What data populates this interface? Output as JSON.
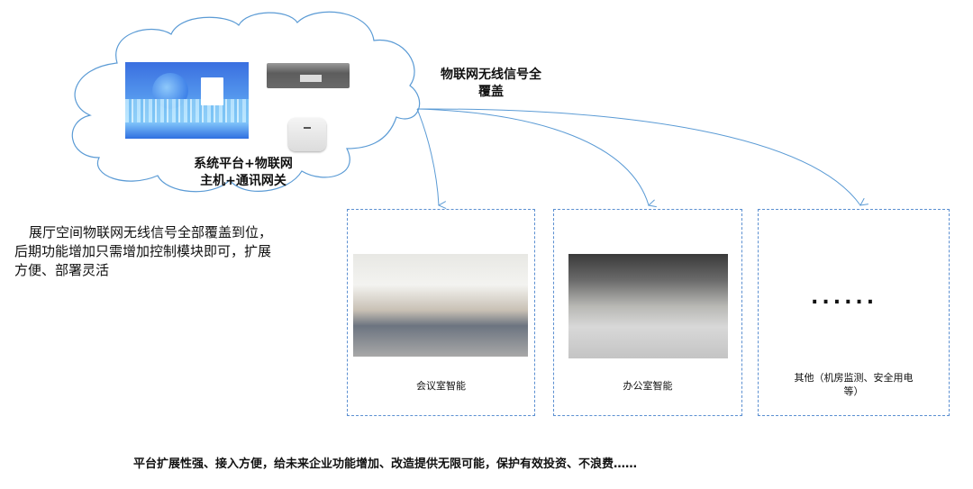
{
  "cloud": {
    "label_line1": "系统平台+物联网",
    "label_line2": "主机+通讯网关"
  },
  "signal": {
    "line1": "物联网无线信号全",
    "line2": "覆盖"
  },
  "description": {
    "line1": "展厅空间物联网无线信号全部覆盖到位，",
    "line2": "后期功能增加只需增加控制模块即可，扩展",
    "line3": "方便、部署灵活"
  },
  "cards": [
    {
      "label": "会议室智能"
    },
    {
      "label": "办公室智能"
    },
    {
      "label": "其他（机房监测、安全用电",
      "label2": "等）",
      "placeholder": "......"
    }
  ],
  "footer": "平台扩展性强、接入方便，给未来企业功能增加、改造提供无限可能，保护有效投资、不浪费……",
  "colors": {
    "line": "#5b9bd5",
    "dashed": "#5b8fd1"
  }
}
